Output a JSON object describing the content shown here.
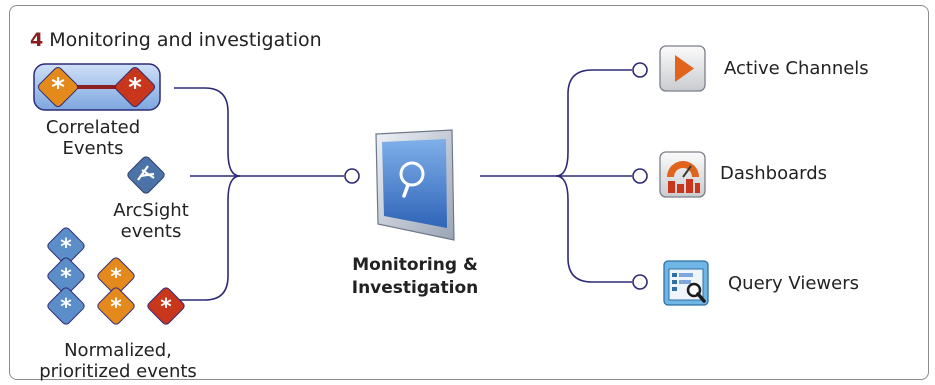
{
  "header": {
    "step_number": "4",
    "title": "Monitoring and investigation"
  },
  "inputs": [
    {
      "label_line1": "Correlated",
      "label_line2": "Events",
      "icon": "correlated-events-icon"
    },
    {
      "label_line1": "ArcSight",
      "label_line2": "events",
      "icon": "arcsight-logo-icon"
    },
    {
      "label_line1": "Normalized,",
      "label_line2": "prioritized events",
      "icon": "normalized-events-icon"
    }
  ],
  "center": {
    "label_line1": "Monitoring &",
    "label_line2": "Investigation",
    "icon": "monitor-search-icon"
  },
  "outputs": [
    {
      "label": "Active Channels",
      "icon": "play-icon"
    },
    {
      "label": "Dashboards",
      "icon": "dashboard-chart-icon"
    },
    {
      "label": "Query Viewers",
      "icon": "query-viewer-icon"
    }
  ],
  "colors": {
    "connector": "#2d2a77",
    "heading_number": "#8b1e1e",
    "blue_diamond": "#5b8ec9",
    "orange_diamond": "#e48a1c",
    "red_diamond": "#c8361b",
    "play_orange": "#e0641c"
  }
}
